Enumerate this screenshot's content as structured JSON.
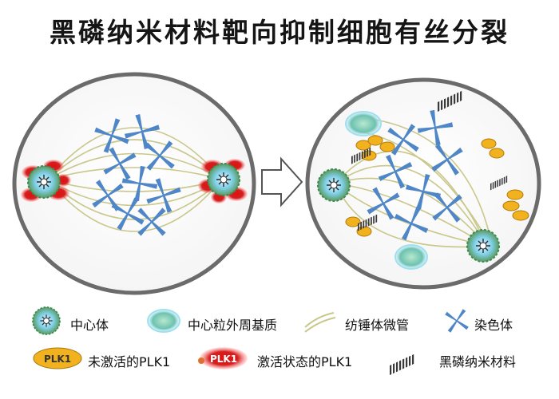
{
  "figure": {
    "title": "黑磷纳米材料靶向抑制细胞有丝分裂"
  },
  "cell_left": {
    "plk1_state": "激活状态的PLK1"
  },
  "cell_right": {
    "plk1_state": "未激活的PLK1"
  },
  "legend": {
    "centrosome": "中心体",
    "pcm": "中心粒外周基质",
    "spindle": "纺锤体微管",
    "chromosome": "染色体",
    "plk1_inactive": "未激活的PLK1",
    "plk1_active": "激活状态的PLK1",
    "bp_nano": "黑磷纳米材料",
    "plk1_text": "PLK1"
  },
  "colors": {
    "chromosome": "#4f86c8",
    "spindle": "#c9c78a",
    "plk1_inactive": "#f2b21f",
    "plk1_active": "#d41f1f",
    "cell_border": "#6b6b6b"
  }
}
